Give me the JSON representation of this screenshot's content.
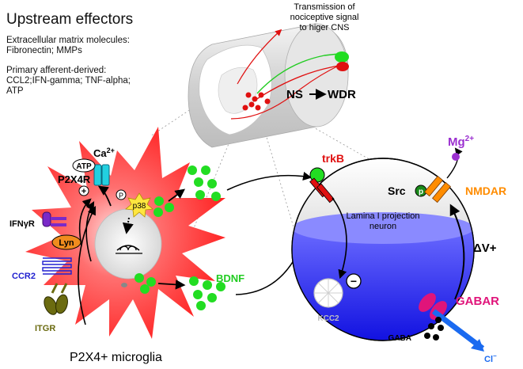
{
  "title": "Upstream effectors",
  "upstream": {
    "ecm_header": "Extracellular matrix molecules:",
    "ecm_items": "Fibronectin; MMPs",
    "afferent_header": "Primary afferent-derived:",
    "afferent_line1": "CCL2;IFN-gamma; TNF-alpha;",
    "afferent_line2": "ATP"
  },
  "spinal": {
    "transmission_line1": "Transmission of",
    "transmission_line2": "nociceptive signal",
    "transmission_line3": "to higer CNS",
    "ns": "NS",
    "wdr": "WDR"
  },
  "microglia": {
    "label": "P2X4+ microglia",
    "atp": "ATP",
    "ca": "Ca",
    "ca_sup": "2+",
    "p2x4r": "P2X4R",
    "plus": "+",
    "p": "P",
    "p38": "p38",
    "ifngr": "IFN",
    "ifngr_gamma": "γ",
    "ifngr_r": "R",
    "lyn": "Lyn",
    "ccr2": "CCR2",
    "itgr": "ITGR"
  },
  "bdnf": "BDNF",
  "neuron": {
    "label_line1": "Lamina I projection",
    "label_line2": "neuron",
    "trkb": "trkB",
    "src": "Src",
    "p": "p",
    "nmdar": "NMDAR",
    "mg": "Mg",
    "mg_sup": "2+",
    "delta_v": "ΔV+",
    "kcc2": "KCC2",
    "minus": "−",
    "gabar": "GABAR",
    "gaba": "GABA",
    "cl": "Cl",
    "cl_sup": "−"
  },
  "colors": {
    "microglia_red": "#ff2a2a",
    "bdnf_green": "#22dd22",
    "neuron_blue": "#2a2ae8",
    "trkb_red": "#e01010",
    "nmdar_orange": "#ff8c00",
    "gabar_pink": "#e0147a",
    "mg_purple": "#9b30d0",
    "ccr2_blue": "#2020d0",
    "itgr_olive": "#6b6b10",
    "ifngr_purple": "#7a2ac8",
    "lyn_orange": "#f08c1e"
  }
}
